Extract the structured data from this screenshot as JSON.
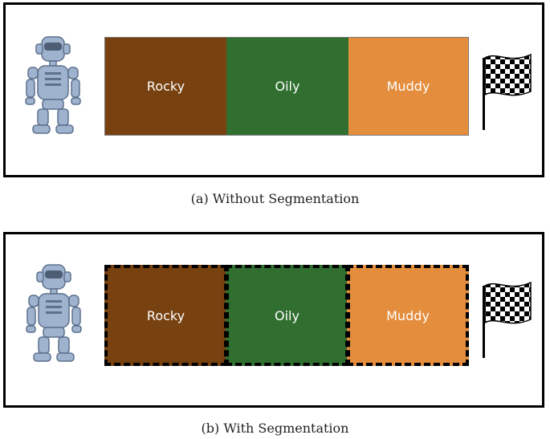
{
  "colors": {
    "rocky": "#774110",
    "oily": "#316f30",
    "muddy": "#e48d3d",
    "robot": "#9fb3cf",
    "robot_dark": "#5d718d"
  },
  "panel_a": {
    "segments": [
      {
        "label": "Rocky",
        "color": "#774110"
      },
      {
        "label": "Oily",
        "color": "#316f30"
      },
      {
        "label": "Muddy",
        "color": "#e48d3d"
      }
    ],
    "caption": "(a) Without Segmentation"
  },
  "panel_b": {
    "segments": [
      {
        "label": "Rocky",
        "color": "#774110"
      },
      {
        "label": "Oily",
        "color": "#316f30"
      },
      {
        "label": "Muddy",
        "color": "#e48d3d"
      }
    ],
    "caption": "(b) With Segmentation"
  },
  "icons": [
    "robot-icon",
    "checkered-flag-icon"
  ]
}
